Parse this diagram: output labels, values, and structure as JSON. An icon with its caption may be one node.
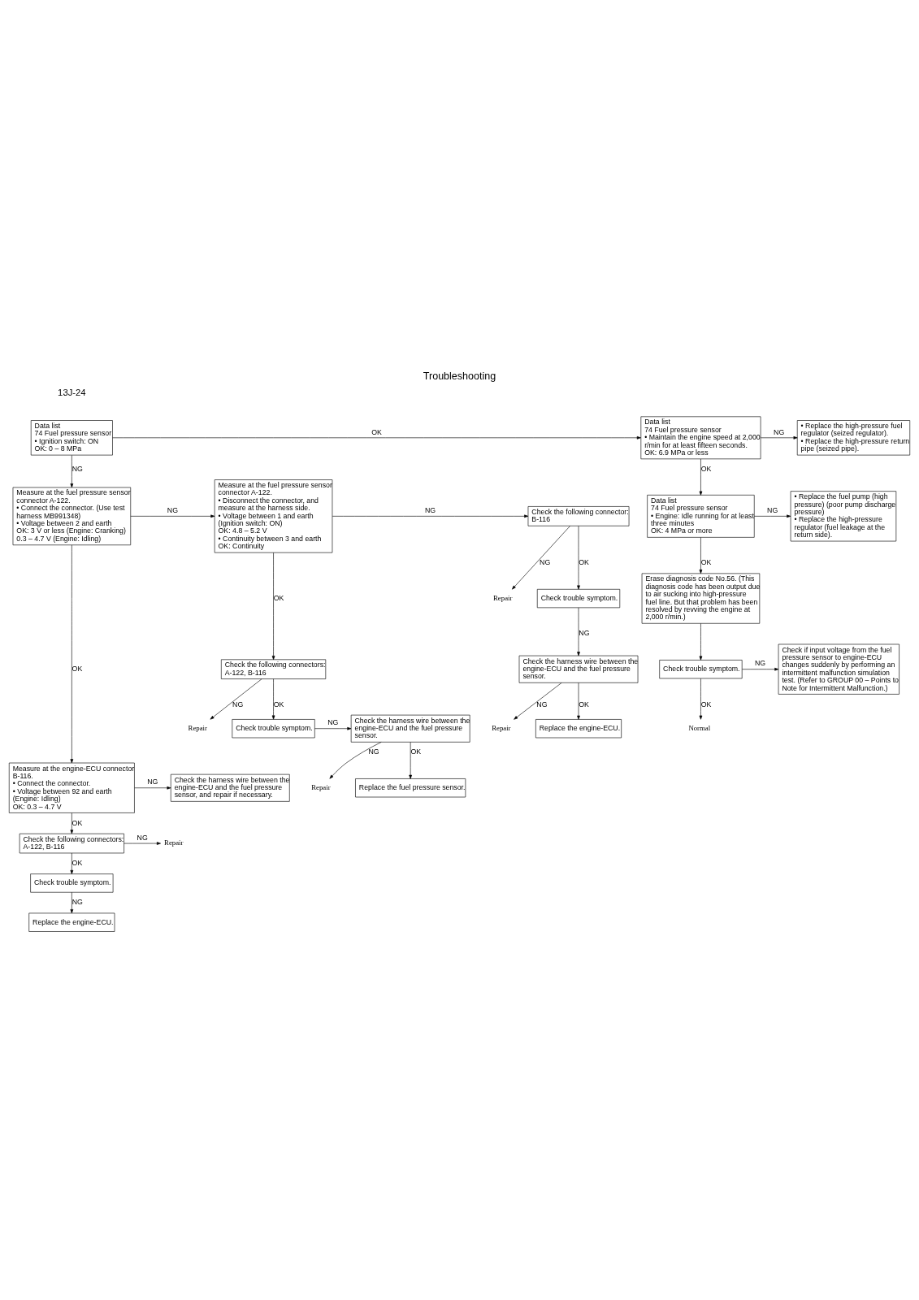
{
  "diagram": {
    "title": "Troubleshooting",
    "nodes": [
      {
        "text": [
          "Data list",
          "74 Fuel pressure sensor",
          "• Ignition switch: ON",
          "OK: 0 – 8 MPa"
        ]
      },
      {
        "text": [
          "Data list",
          "74 Fuel pressure sensor",
          "• Maintain the engine speed at 2,000 r/min for at least fifteen seconds.",
          "OK: 6.9 MPa or less"
        ]
      },
      {
        "text": [
          "• Replace the high-pressure fuel regulator (seized regulator).",
          "• Replace the high-pressure return pipe (seized pipe)."
        ]
      },
      {
        "text": [
          "Data list",
          "74 Fuel pressure sensor",
          "• Engine: Idle running for at least three minutes",
          "OK: 4 MPa or more"
        ]
      },
      {
        "text": [
          "• Replace the fuel pump (high pressure) (poor pump discharge pressure)",
          "• Replace the high-pressure regulator (fuel leakage at the return side)."
        ]
      },
      {
        "text": [
          "Erase diagnosis code No.56. (This diagnosis code has been output due to air sucking into high-pressure fuel line. But that problem has been resolved by revving the engine at 2,000 r/min.)"
        ]
      },
      {
        "text": [
          "Check trouble symptom."
        ]
      },
      {
        "text": [
          "Check if input voltage from the fuel pressure sensor to engine-ECU changes suddenly by performing an intermittent malfunction simulation test. (Refer to GROUP 00 – Points to Note for Intermittent Malfunction.)"
        ]
      },
      {
        "text": [
          "Normal"
        ]
      },
      {
        "text": [
          "Measure at the fuel pressure sensor connector A-122.",
          "• Connect the connector. (Use test harness MB991348)",
          "• Voltage between 2 and earth",
          "OK: 3 V or less (Engine: Cranking) 0.3 – 4.7 V (Engine: Idling)"
        ]
      },
      {
        "text": [
          "Measure at the fuel pressure sensor connector A-122.",
          "• Disconnect the connector, and measure at the harness side.",
          "• Voltage between 1 and earth (Ignition switch: ON)",
          "OK: 4.8 – 5.2 V",
          "• Continuity between 3 and earth",
          "OK: Continuity"
        ]
      },
      {
        "text": [
          "Check the following connector:",
          "B-116"
        ]
      },
      {
        "text": [
          "Repair"
        ]
      },
      {
        "text": [
          "Check trouble symptom."
        ]
      },
      {
        "text": [
          "Check the harness wire between the engine-ECU and the fuel pressure sensor."
        ]
      },
      {
        "text": [
          "Repair"
        ]
      },
      {
        "text": [
          "Replace the engine-ECU."
        ]
      },
      {
        "text": [
          "Check the following connectors:",
          "A-122, B-116"
        ]
      },
      {
        "text": [
          "Repair"
        ]
      },
      {
        "text": [
          "Check trouble symptom."
        ]
      },
      {
        "text": [
          "Check the harness wire between the engine-ECU and the fuel pressure sensor."
        ]
      },
      {
        "text": [
          "Repair"
        ]
      },
      {
        "text": [
          "Replace the fuel pressure sensor."
        ]
      },
      {
        "text": [
          "Measure at the engine-ECU connector B-116.",
          "• Connect the connector.",
          "• Voltage between 92 and earth (Engine: Idling)",
          "OK: 0.3 – 4.7 V"
        ]
      },
      {
        "text": [
          "Check the harness wire between the engine-ECU and the fuel pressure sensor, and repair if necessary."
        ]
      },
      {
        "text": [
          "Check the following connectors:",
          "A-122, B-116"
        ]
      },
      {
        "text": [
          "Repair"
        ]
      },
      {
        "text": [
          "Check trouble symptom."
        ]
      },
      {
        "text": [
          "Replace the engine-ECU."
        ]
      }
    ],
    "edges": [
      {
        "from": 0,
        "to": 1,
        "arrow": "to",
        "label": "OK"
      },
      {
        "from": 0,
        "to": 9,
        "arrow": "to",
        "label": "NG"
      },
      {
        "from": 1,
        "to": 2,
        "arrow": "to",
        "label": "NG"
      },
      {
        "from": 1,
        "to": 3,
        "arrow": "to",
        "label": "OK"
      },
      {
        "from": 3,
        "to": 4,
        "arrow": "to",
        "label": "NG"
      },
      {
        "from": 3,
        "to": 5,
        "arrow": "to",
        "label": "OK"
      },
      {
        "from": 5,
        "to": 6,
        "arrow": "to"
      },
      {
        "from": 6,
        "to": 7,
        "arrow": "to",
        "label": "NG"
      },
      {
        "from": 6,
        "to": 8,
        "arrow": "to",
        "label": "OK"
      },
      {
        "from": 9,
        "to": 10,
        "arrow": "to",
        "label": "NG"
      },
      {
        "from": 9,
        "to": 23,
        "arrow": "to",
        "label": "OK"
      },
      {
        "from": 10,
        "to": 11,
        "arrow": "to",
        "label": "NG"
      },
      {
        "from": 10,
        "to": 17,
        "arrow": "to",
        "label": "OK"
      },
      {
        "from": 11,
        "to": 13,
        "arrow": "to",
        "label": "OK"
      },
      {
        "from": 11,
        "to": 12,
        "arrow": "to",
        "label": "NG"
      },
      {
        "from": 13,
        "to": 14,
        "arrow": "to",
        "label": "NG"
      },
      {
        "from": 14,
        "to": 16,
        "arrow": "to",
        "label": "OK"
      },
      {
        "from": 14,
        "to": 15,
        "arrow": "to",
        "label": "NG"
      },
      {
        "from": 17,
        "to": 19,
        "arrow": "to",
        "label": "OK"
      },
      {
        "from": 17,
        "to": 18,
        "arrow": "to",
        "label": "NG"
      },
      {
        "from": 19,
        "to": 20,
        "arrow": "to",
        "label": "NG"
      },
      {
        "from": 20,
        "to": 22,
        "arrow": "to",
        "label": "OK"
      },
      {
        "from": 20,
        "to": 21,
        "arrow": "to",
        "label": "NG"
      },
      {
        "from": 23,
        "to": 24,
        "arrow": "to",
        "label": "NG"
      },
      {
        "from": 23,
        "to": 25,
        "arrow": "to",
        "label": "OK"
      },
      {
        "from": 25,
        "to": 26,
        "arrow": "to",
        "label": "NG"
      },
      {
        "from": 25,
        "to": 27,
        "arrow": "to",
        "label": "OK"
      },
      {
        "from": 27,
        "to": 28,
        "arrow": "to",
        "label": "NG"
      }
    ],
    "labels": [
      "13J-24"
    ]
  }
}
